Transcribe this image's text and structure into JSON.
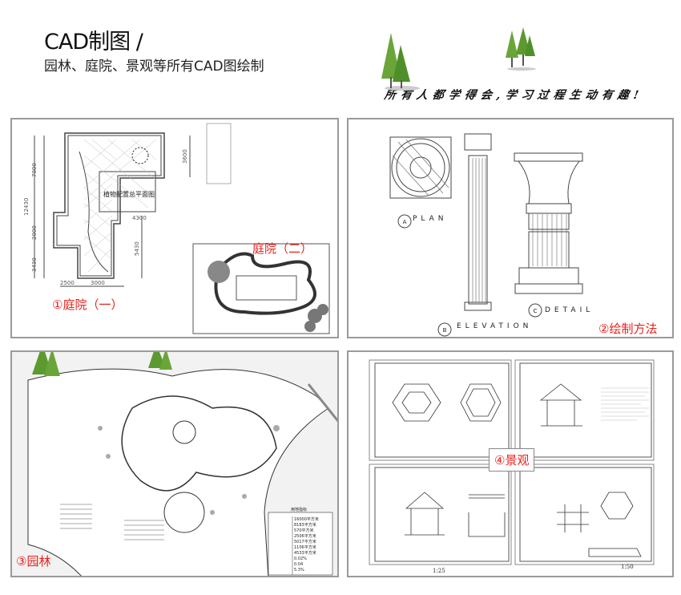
{
  "header": {
    "title": "CAD制图 /",
    "subtitle": "园林、庭院、景观等所有CAD图绘制",
    "slogan": "所有人都学得会,学习过程生动有趣!"
  },
  "panels": {
    "courtyard1": {
      "label": "①庭院（一）",
      "plan_title": "植物配置总平面图",
      "dims": [
        "7000",
        "2000",
        "3430",
        "12430",
        "3600",
        "4300",
        "5430",
        "2500",
        "3000"
      ]
    },
    "courtyard2": {
      "label": "庭院（二）"
    },
    "method": {
      "label": "②绘制方法",
      "plan": "PLAN",
      "elevation": "ELEVATION",
      "detail": "DETAIL",
      "markers": [
        "A",
        "B",
        "C"
      ]
    },
    "garden": {
      "label": "③园林",
      "table_title": "用地指标",
      "table_values": [
        "16000平方米",
        "8183平方米",
        "570平方米",
        "2506平方米",
        "5017平方米",
        "1106平方米",
        "4533平方米",
        "0.02%",
        "0.04",
        "5.3%"
      ]
    },
    "landscape": {
      "label": "④景观",
      "scales": [
        "1:25",
        "1:50"
      ]
    }
  },
  "colors": {
    "accent": "#e8201c",
    "border": "#9a9a9a"
  }
}
